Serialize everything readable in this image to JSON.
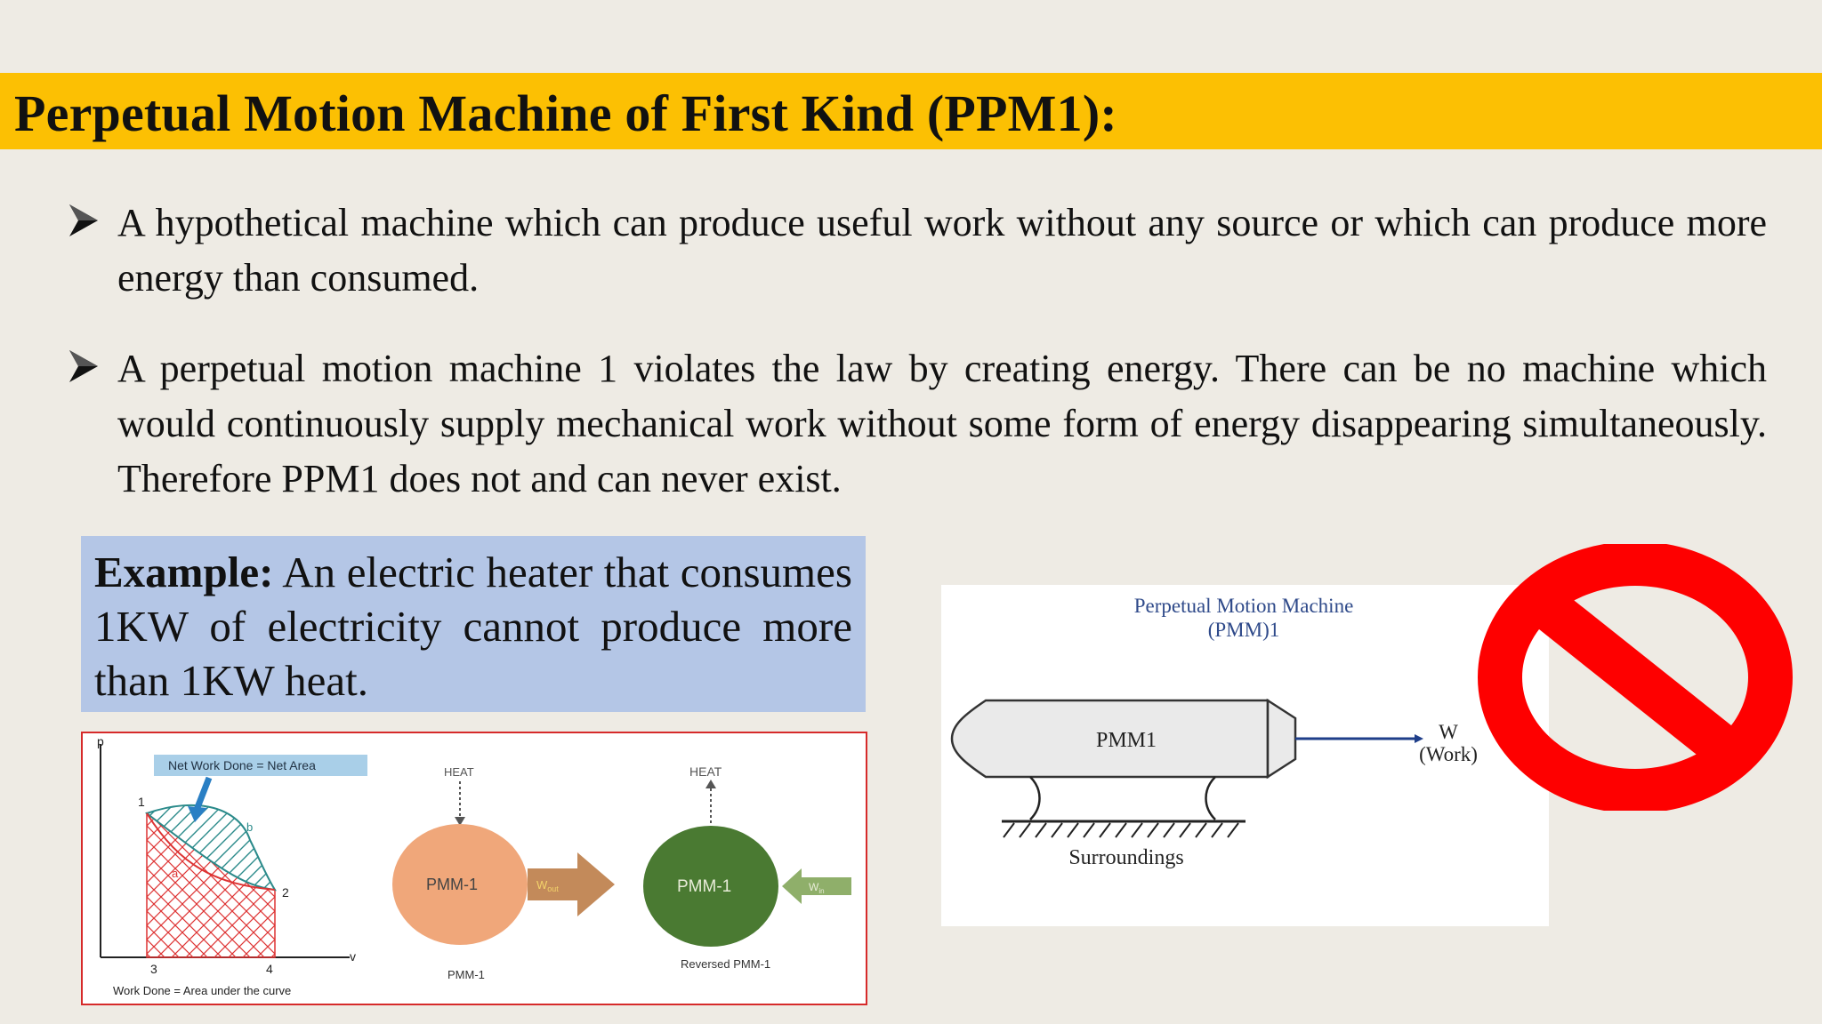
{
  "slide": {
    "title": "Perpetual Motion Machine of First Kind (PPM1):",
    "bullets": [
      {
        "text": "A hypothetical machine which can produce useful work without any source or which can produce more energy than consumed."
      },
      {
        "text": "A perpetual motion machine 1 violates the law by creating energy. There can be no machine which would continuously supply mechanical work without some form of energy disappearing simultaneously. Therefore PPM1 does not and can never exist."
      }
    ],
    "example": {
      "label": "Example:",
      "text": " An electric heater that consumes 1KW of electricity cannot produce more than 1KW heat."
    }
  },
  "pv_diagram": {
    "p_axis": "p",
    "v_axis": "v",
    "callout": "Net Work Done = Net Area",
    "points": {
      "p1": "1",
      "p2": "2",
      "p3": "3",
      "p4": "4",
      "pa": "a",
      "pb": "b"
    },
    "caption": "Work Done = Area under the curve",
    "engine": {
      "heat": "HEAT",
      "label": "PMM-1",
      "work": "W",
      "work_sub": "out",
      "caption": "PMM-1"
    },
    "reversed": {
      "heat": "HEAT",
      "label": "PMM-1",
      "work": "W",
      "work_sub": "in",
      "caption": "Reversed PMM-1"
    }
  },
  "pmm_diagram": {
    "title_line1": "Perpetual Motion Machine",
    "title_line2": "(PMM)1",
    "machine_label": "PMM1",
    "output_label": "W",
    "output_sub": "(Work)",
    "ground_label": "Surroundings"
  },
  "colors": {
    "title_bar": "#fcc003",
    "example_bg": "#b4c6e6",
    "engine": "#f0a77a",
    "reversed_engine": "#4a7a32",
    "no_sign": "#fe0000",
    "pmm_title": "#2f4a8a"
  },
  "icons": {
    "bullet": "arrowhead-bullet-icon",
    "prohibition": "prohibition-icon"
  }
}
